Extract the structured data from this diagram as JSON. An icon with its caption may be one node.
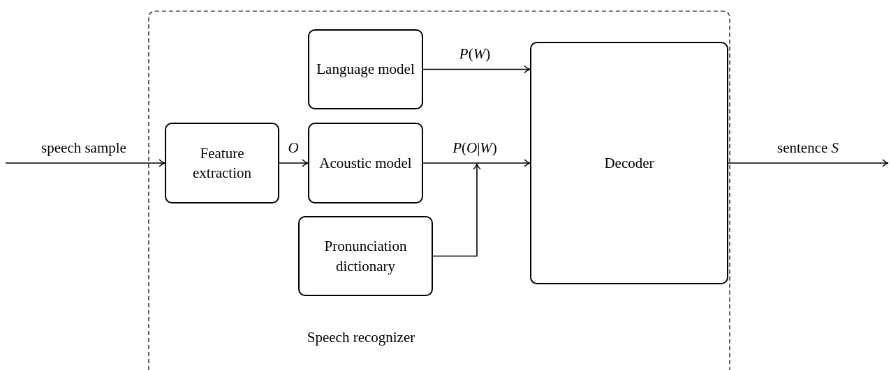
{
  "diagram": {
    "nodes": [
      {
        "text": [
          "Speech recognizer"
        ]
      },
      {
        "text": [
          "Language model"
        ],
        "in": 0
      },
      {
        "text": [
          "Feature extraction"
        ],
        "in": 0
      },
      {
        "text": [
          "Acoustic model"
        ],
        "in": 0
      },
      {
        "text": [
          "Pronunciation dictionary"
        ],
        "in": 0
      },
      {
        "text": [
          "Decoder"
        ],
        "in": 0
      }
    ],
    "edges": [
      {
        "from": null,
        "to": 2,
        "arrow": "to",
        "label": "speech sample"
      },
      {
        "from": 2,
        "to": 3,
        "arrow": "to",
        "label": "*O*"
      },
      {
        "from": 1,
        "to": 5,
        "arrow": "to",
        "label": "*P*(*W*)"
      },
      {
        "from": 3,
        "to": 5,
        "arrow": "to",
        "label": "*P*(*O*|*W*)"
      },
      {
        "from": 4,
        "to": 5,
        "arrow": "to"
      },
      {
        "from": 5,
        "to": null,
        "arrow": "to",
        "label": "sentence *S*"
      }
    ]
  }
}
